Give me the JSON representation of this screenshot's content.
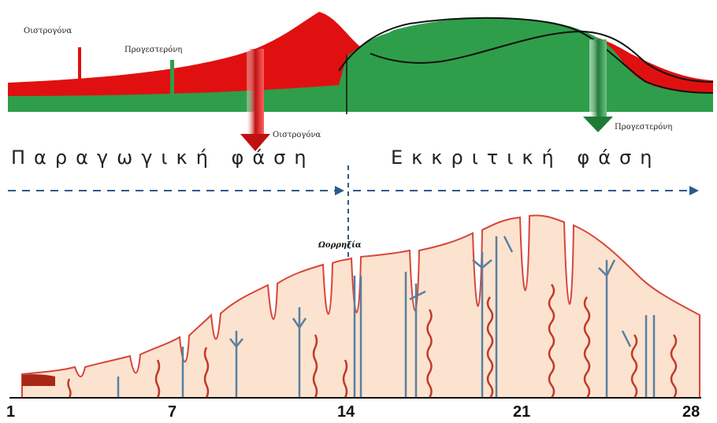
{
  "hormones": {
    "estrogen_label_top": "Οιστρογόνα",
    "progesterone_label_top": "Προγεστερόνη",
    "estrogen_drop_label": "Οιστρογόνα",
    "progesterone_drop_label": "Προγεστερόνη",
    "estrogen_color": "#e01010",
    "progesterone_color": "#2e9e4a"
  },
  "phases": {
    "proliferative": "Παραγωγική φάση",
    "secretory": "Εκκριτική φάση"
  },
  "ovulation_label": "Ωορρηξία",
  "days": [
    "1",
    "7",
    "14",
    "21",
    "28"
  ],
  "colors": {
    "endometrium": "#fbe3cf",
    "outline": "#d8453a",
    "vessel_blue": "#5a7fa0",
    "vessel_red": "#c23a2a",
    "arrow_blue": "#2a5a8a"
  }
}
